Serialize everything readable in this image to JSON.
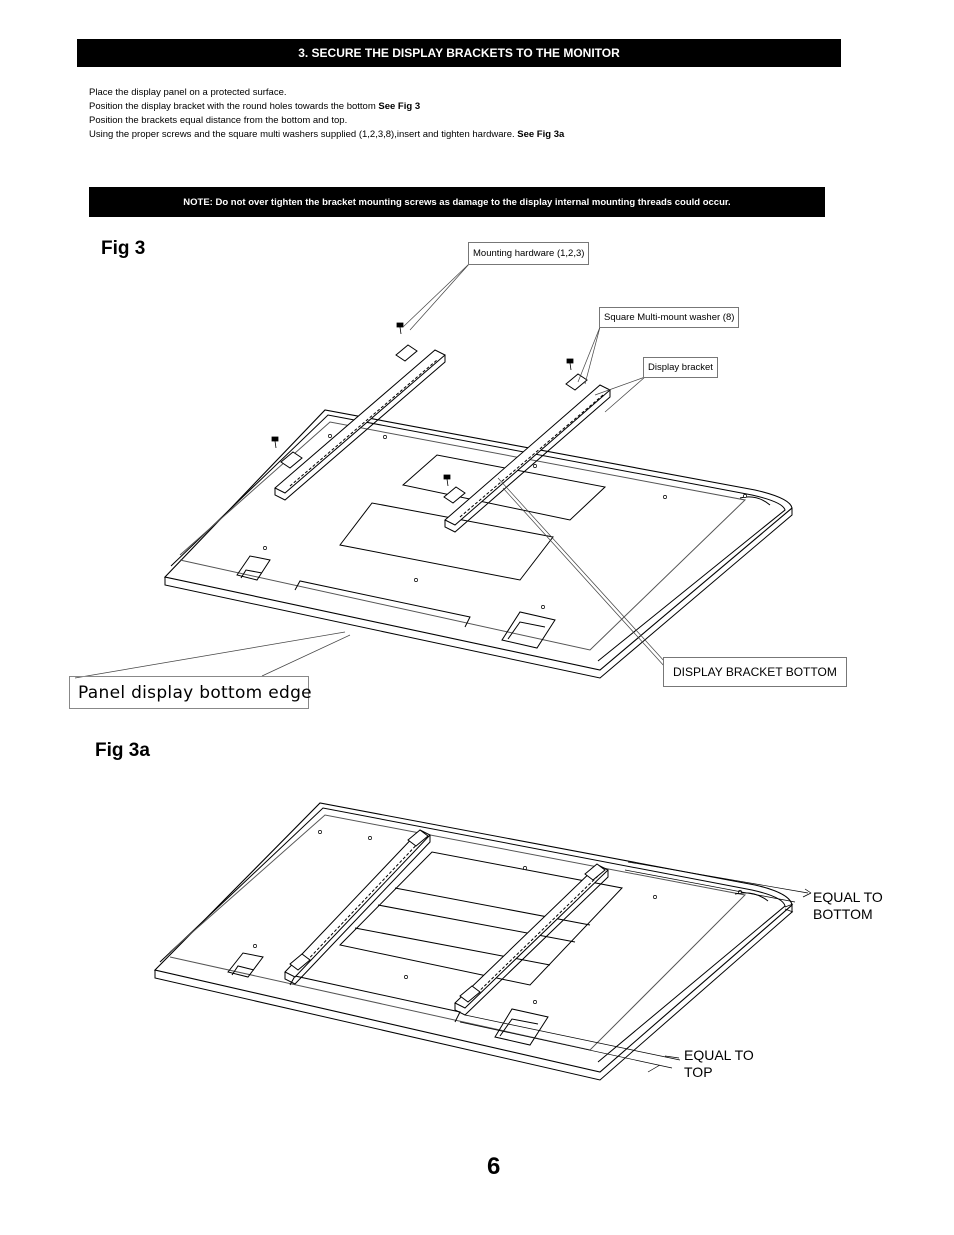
{
  "header": {
    "title": "3. SECURE THE DISPLAY BRACKETS TO THE MONITOR"
  },
  "instructions": [
    {
      "text": "Place the display panel on a protected surface.",
      "ref": ""
    },
    {
      "text": "Position the display bracket with the round holes towards the bottom ",
      "ref": "See Fig 3"
    },
    {
      "text": "Position the brackets equal distance from the bottom and top.",
      "ref": ""
    },
    {
      "text": "Using the proper screws and the square multi  washers supplied (1,2,3,8),insert and tighten hardware. ",
      "ref": "See Fig 3a"
    }
  ],
  "note": "NOTE: Do not over tighten the bracket mounting screws as damage to the display internal mounting threads could occur.",
  "fig3": {
    "title": "Fig 3",
    "callouts": {
      "mounting_hardware": "Mounting hardware (1,2,3)",
      "square_washer": "Square Multi-mount washer (8)",
      "display_bracket": "Display bracket",
      "bracket_bottom": "DISPLAY BRACKET BOTTOM",
      "panel_bottom_edge": "Panel display bottom edge"
    }
  },
  "fig3a": {
    "title": "Fig 3a",
    "labels": {
      "equal_to_bottom_line1": "EQUAL TO",
      "equal_to_bottom_line2": "BOTTOM",
      "equal_to_top_line1": "EQUAL TO",
      "equal_to_top_line2": "TOP"
    }
  },
  "footer": {
    "page_number": "6"
  }
}
